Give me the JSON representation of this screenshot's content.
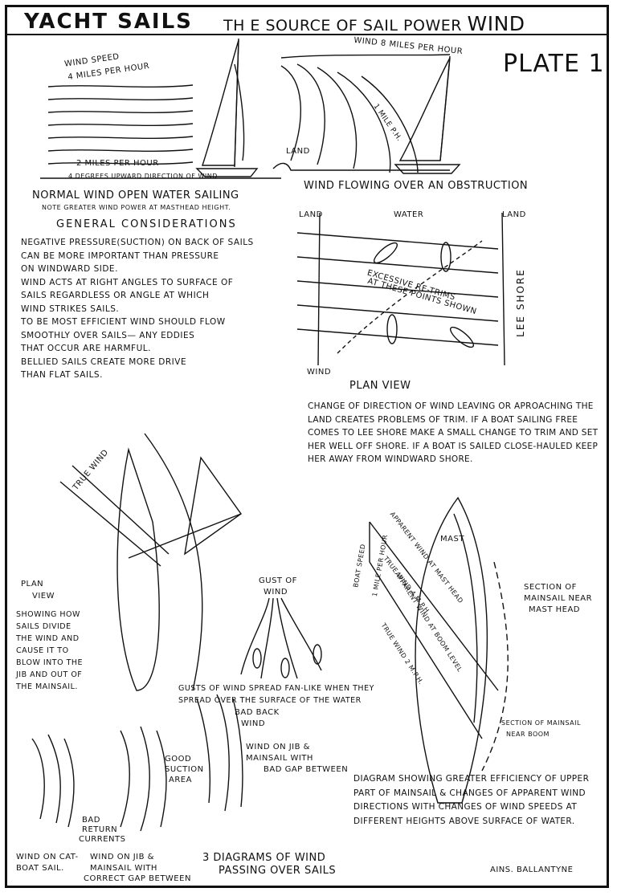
{
  "title": {
    "main": "YACHT SAILS",
    "sub_prefix": "TH E SOURCE OF SAIL POWER",
    "sub_big": "WIND"
  },
  "plate": "PLATE 1",
  "normal_wind": {
    "speed_top": "WIND SPEED",
    "speed_top_2": "4 MILES PER HOUR",
    "speed_bottom": "2 MILES PER HOUR",
    "direction_note": "4 DEGREES UPWARD DIRECTION OF WIND",
    "caption": "NORMAL WIND OPEN WATER SAILING",
    "note": "NOTE GREATER WIND POWER AT MASTHEAD HEIGHT."
  },
  "obstruction": {
    "speed": "WIND 8 MILES PER HOUR",
    "speed_2": "1 MILE P.H.",
    "land": "LAND",
    "caption": "WIND FLOWING OVER AN OBSTRUCTION"
  },
  "general": {
    "heading": "GENERAL CONSIDERATIONS",
    "lines": [
      "NEGATIVE PRESSURE(SUCTION) ON BACK OF SAILS",
      "CAN BE MORE IMPORTANT THAN PRESSURE",
      "ON WINDWARD SIDE.",
      "WIND ACTS AT RIGHT ANGLES TO SURFACE OF",
      "SAILS REGARDLESS OR ANGLE AT WHICH",
      "WIND STRIKES SAILS.",
      "TO BE MOST EFFICIENT WIND SHOULD FLOW",
      "SMOOTHLY OVER SAILS— ANY EDDIES",
      "THAT OCCUR ARE HARMFUL.",
      "BELLIED SAILS CREATE MORE DRIVE",
      "THAN FLAT SAILS."
    ]
  },
  "plan_land": {
    "land_left": "LAND",
    "water": "WATER",
    "land_right": "LAND",
    "retrims": "EXCESSIVE RE-TRIMS",
    "retrims_2": "AT THESE POINTS SHOWN",
    "lee_shore": "LEE SHORE",
    "wind": "WIND",
    "plan_view": "PLAN VIEW",
    "description": "CHANGE OF DIRECTION OF WIND LEAVING OR APROACHING THE LAND CREATES PROBLEMS OF TRIM. IF A BOAT SAILING FREE COMES TO LEE SHORE MAKE A SMALL CHANGE TO TRIM AND SET HER WELL OFF SHORE. IF A BOAT IS SAILED CLOSE-HAULED KEEP HER AWAY FROM WINDWARD SHORE."
  },
  "plan_sails": {
    "true_wind": "TRUE WIND",
    "plan": "PLAN",
    "view": "VIEW",
    "description": "SHOWING HOW SAILS DIVIDE THE WIND AND CAUSE IT TO BLOW INTO THE JIB AND OUT OF THE MAINSAIL."
  },
  "gusts": {
    "label": "GUST OF",
    "label_2": "WIND",
    "caption": "GUSTS OF WIND SPREAD FAN-LIKE WHEN THEY SPREAD OVER THE SURFACE OF THE WATER"
  },
  "efficiency": {
    "boat_speed": "BOAT SPEED",
    "boat_speed_2": "1 MILE PER HOUR",
    "apparent_mast": "APPARENT WIND AT MAST HEAD",
    "true_wind_4": "TRUE WIND 4 M.P.H.",
    "apparent_boom": "APPARENT WIND AT BOOM LEVEL",
    "true_wind_2": "TRUE WIND 2 M.P.H.",
    "mast": "MAST",
    "section_top": "SECTION OF",
    "section_top_2": "MAINSAIL NEAR",
    "section_top_3": "MAST HEAD",
    "section_boom": "SECTION OF MAINSAIL",
    "section_boom_2": "NEAR BOOM",
    "caption": "DIAGRAM SHOWING GREATER EFFICIENCY OF UPPER PART OF MAINSAIL & CHANGES OF APPARENT WIND DIRECTIONS WITH CHANGES OF WIND SPEEDS AT DIFFERENT HEIGHTS ABOVE SURFACE OF WATER."
  },
  "three_diagrams": {
    "bad_back": "BAD BACK",
    "bad_back_2": "WIND",
    "good_suction": "GOOD",
    "good_suction_2": "SUCTION",
    "good_suction_3": "AREA",
    "bad_return": "BAD",
    "bad_return_2": "RETURN",
    "bad_return_3": "CURRENTS",
    "jib_bad": "WIND ON JIB &",
    "jib_bad_2": "MAINSAIL WITH",
    "jib_bad_3": "BAD GAP BETWEEN",
    "cat_boat": "WIND ON CAT-",
    "cat_boat_2": "BOAT SAIL.",
    "jib_correct": "WIND ON JIB &",
    "jib_correct_2": "MAINSAIL WITH",
    "jib_correct_3": "CORRECT GAP BETWEEN",
    "caption": "3 DIAGRAMS OF WIND",
    "caption_2": "PASSING OVER SAILS"
  },
  "signature": "AINS. BALLANTYNE"
}
